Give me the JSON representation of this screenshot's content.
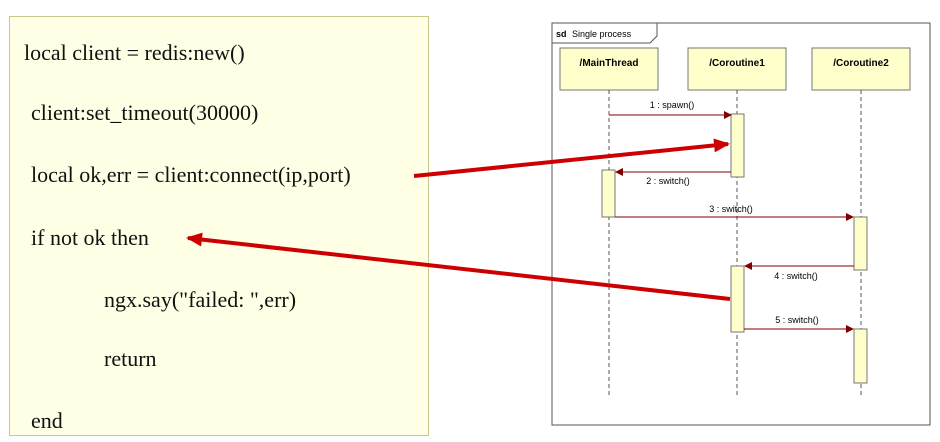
{
  "code": {
    "lines": [
      "local client = redis:new()",
      "client:set_timeout(30000)",
      "local ok,err = client:connect(ip,port)",
      "if not ok then",
      "ngx.say(\"failed: \",err)",
      "return",
      "end"
    ]
  },
  "diagram": {
    "frame_keyword": "sd",
    "frame_title": "Single process",
    "lifelines": [
      "/MainThread",
      "/Coroutine1",
      "/Coroutine2"
    ],
    "messages": [
      "1 : spawn()",
      "2 : switch()",
      "3 : switch()",
      "4 : switch()",
      "5 : switch()"
    ]
  },
  "colors": {
    "code_panel_bg": "#ffffe6",
    "lifeline_box": "#ffffcc",
    "activation": "#ffffcc",
    "arrow_red": "#cc0000",
    "message_line": "#800000"
  }
}
